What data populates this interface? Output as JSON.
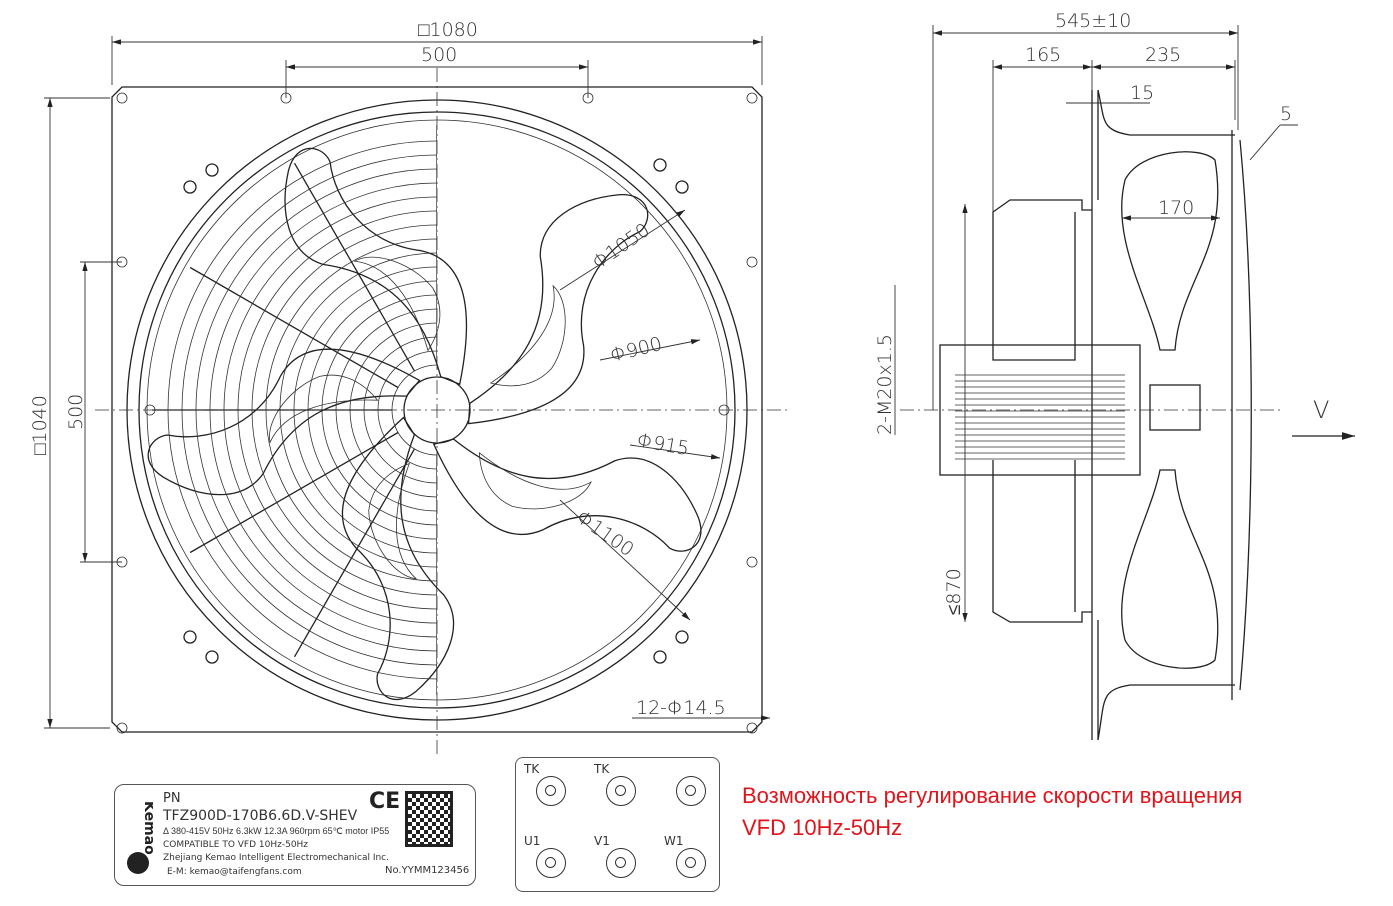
{
  "front_view": {
    "dims": {
      "width_outer": "□1080",
      "hole_span_h": "500",
      "height_outer": "□1040",
      "hole_span_v": "500",
      "d1050": "Φ1050",
      "d900": "Φ900",
      "d915": "Φ915",
      "d1100": "Φ1100",
      "holes": "12-Φ14.5"
    },
    "blade_count": 5
  },
  "side_view": {
    "dims": {
      "overall": "545±10",
      "left": "165",
      "right": "235",
      "flange": "15",
      "guard": "5",
      "blade": "170",
      "cable": "2-M20x1.5",
      "height": "≤870",
      "airflow": "V"
    }
  },
  "nameplate": {
    "brand": "Kemao",
    "pn_label": "PN",
    "model": "TFZ900D-170B6.6D.V-SHEV",
    "specs": "Δ 380-415V 50Hz 6.3kW 12.3A 960rpm 65℃ motor IP55",
    "vfd": "COMPATIBLE TO VFD 10Hz-50Hz",
    "company": "Zhejiang Kemao Intelligent Electromechanical Inc.",
    "email": "E-M: kemao@taifengfans.com",
    "serial": "No.YYMM123456",
    "ce": "CE"
  },
  "terminal_box": {
    "terminals": [
      "TK",
      "TK",
      "",
      "U1",
      "V1",
      "W1"
    ]
  },
  "note": {
    "line1": "Возможность регулирование скорости вращения",
    "line2": "VFD 10Hz-50Hz"
  }
}
